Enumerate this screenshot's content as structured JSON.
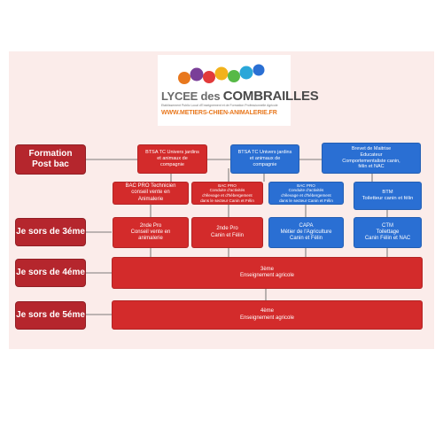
{
  "colors": {
    "level": "#b5262d",
    "red": "#d32b2b",
    "blue": "#2a6fd3",
    "logo_orange": "#e8781e",
    "background": "#fbecea"
  },
  "logo": {
    "title_prefix": "LYCEE des",
    "title_main": "COMBRAILLES",
    "subtitle": "Etablissement Public Local d'Enseignement et de Formation Professionnelle Agricole",
    "url": "WWW.METIERS-CHIEN-ANIMALERIE.FR"
  },
  "levels": {
    "post_bac": "Formation\nPost bac",
    "sors_3eme": "Je sors de 3éme",
    "sors_4eme": "Je sors de 4éme",
    "sors_5eme": "Je sors de 5éme"
  },
  "boxes": {
    "btsa_red": "BTSA TC Univers jardins\net animaux de\ncompagnie",
    "btsa_blue": "BTSA TC Univers jardins\net animaux de\ncompagnie",
    "brevet": "Brevet de Maitrise\nEducateur\nComportementaliste canin,\nfélin et NAC",
    "bacpro_tech": "BAC PRO Technicien\nconseil vente en\nAnimalerie",
    "bacpro_cond_red": "BAC PRO\nConduite d'activités\nd'élevage et d'hébergement\ndans le secteur Canin et Félin",
    "bacpro_cond_blue": "BAC PRO\nConduite d'activités\nd'élevage et d'hébergement\ndans le secteur Canin et Félin",
    "btm": "BTM\nToiletteur canin et félin",
    "seconde_vente": "2nde Pro\nConseil vente en\nanimalerie",
    "seconde_canin": "2nde Pro\nCanin et Félin",
    "capa": "CAPA\nMétier de l'Agriculture\nCanin et Félin",
    "ctm": "CTM\nToilettage\nCanin Félin et NAC",
    "troisieme": "3ème\nEnseignement agricole",
    "quatrieme": "4ème\nEnseignement agricole"
  }
}
